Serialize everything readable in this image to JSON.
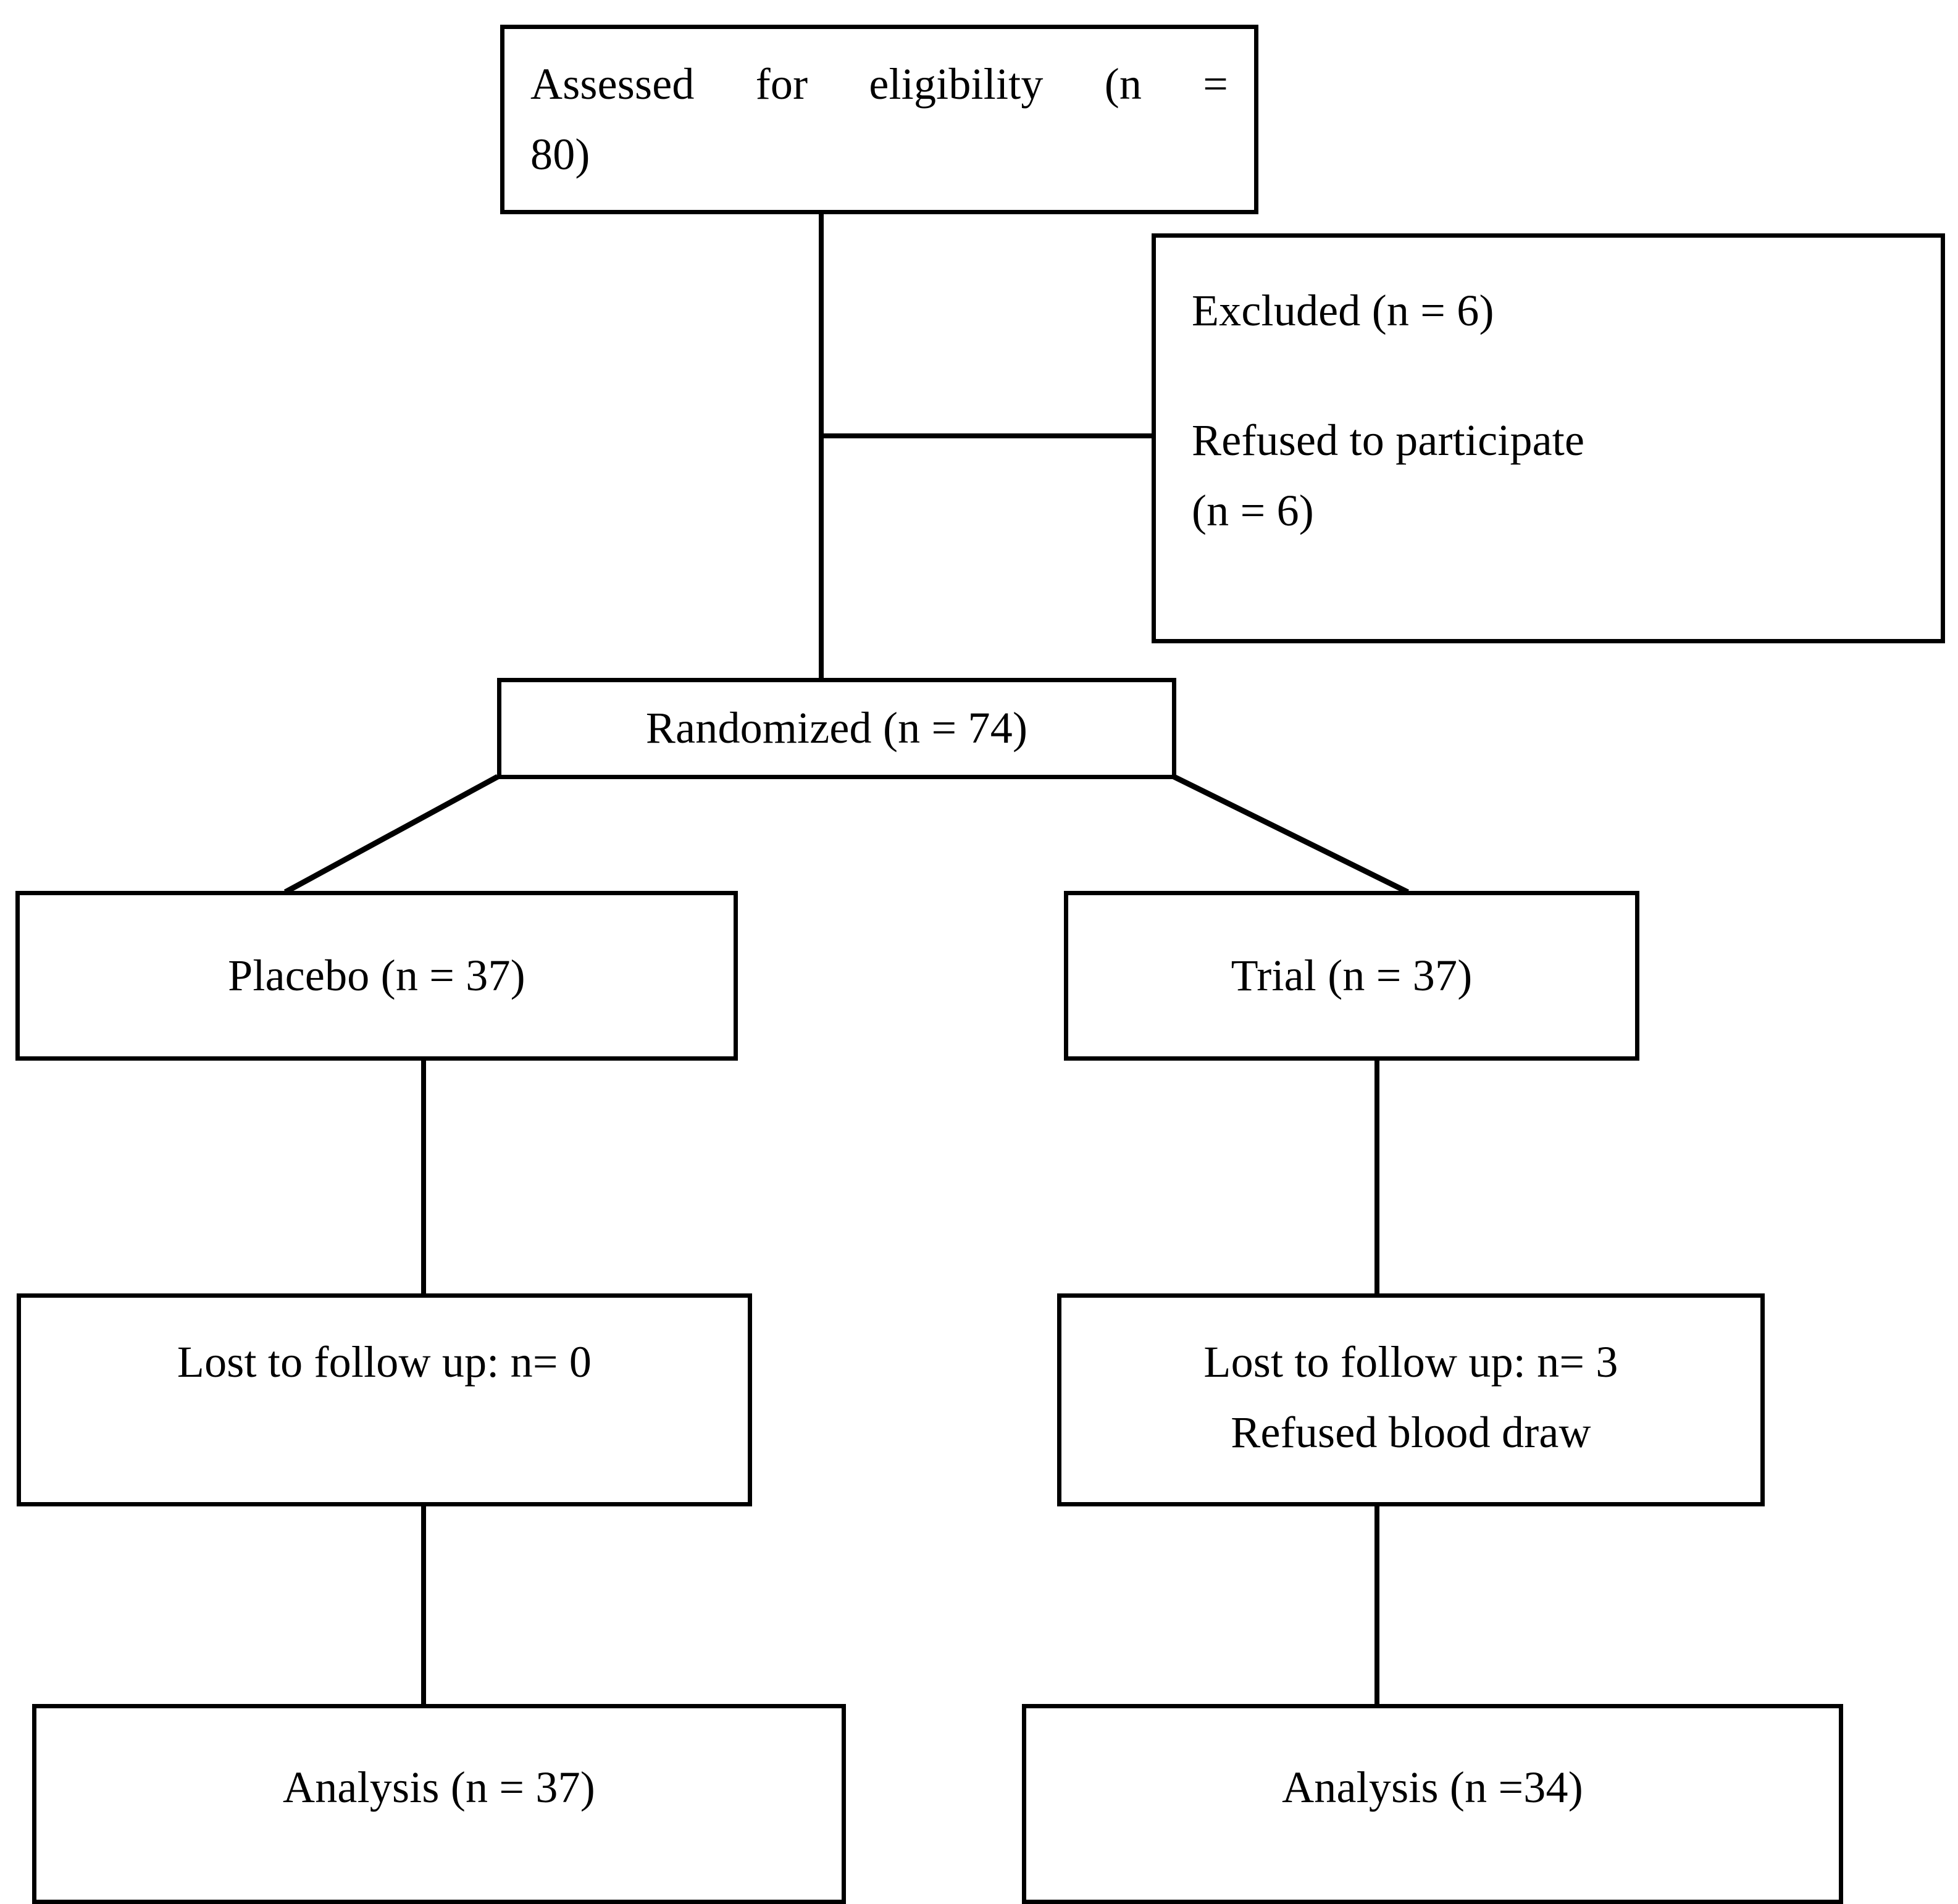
{
  "diagram": {
    "type": "CONSORT participant flow diagram",
    "nodes": {
      "assessed": {
        "line1": "Assessed  for  eligibility  (n  =",
        "line2": "80)"
      },
      "excluded": {
        "line1": "Excluded (n = 6)",
        "line2": "Refused to participate",
        "line3": "(n = 6)"
      },
      "randomized": {
        "line1": "Randomized (n = 74)"
      },
      "placebo": {
        "line1": "Placebo (n = 37)"
      },
      "trial": {
        "line1": "Trial (n = 37)"
      },
      "lost_placebo": {
        "line1": "Lost to follow up: n= 0"
      },
      "lost_trial": {
        "line1": "Lost to follow up: n= 3",
        "line2": "Refused blood draw"
      },
      "analysis_placebo": {
        "line1": "Analysis (n = 37)"
      },
      "analysis_trial": {
        "line1": "Analysis (n =34)"
      }
    },
    "colors": {
      "stroke": "#000000",
      "background": "#ffffff",
      "text": "#000000"
    }
  }
}
